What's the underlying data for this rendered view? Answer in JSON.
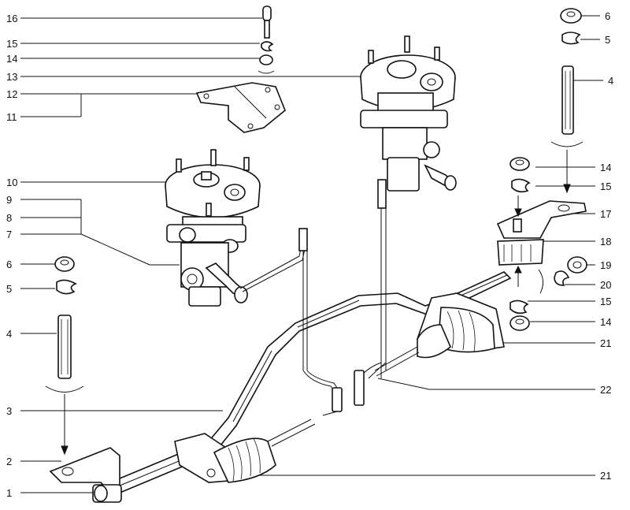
{
  "callouts": [
    {
      "id": "c16",
      "text": "16"
    },
    {
      "id": "c15a",
      "text": "15"
    },
    {
      "id": "c14a",
      "text": "14"
    },
    {
      "id": "c13",
      "text": "13"
    },
    {
      "id": "c12",
      "text": "12"
    },
    {
      "id": "c11",
      "text": "11"
    },
    {
      "id": "c10",
      "text": "10"
    },
    {
      "id": "c9",
      "text": "9"
    },
    {
      "id": "c8",
      "text": "8"
    },
    {
      "id": "c7",
      "text": "7"
    },
    {
      "id": "c6a",
      "text": "6"
    },
    {
      "id": "c5a",
      "text": "5"
    },
    {
      "id": "c4a",
      "text": "4"
    },
    {
      "id": "c3",
      "text": "3"
    },
    {
      "id": "c2",
      "text": "2"
    },
    {
      "id": "c1",
      "text": "1"
    },
    {
      "id": "c6b",
      "text": "6"
    },
    {
      "id": "c5b",
      "text": "5"
    },
    {
      "id": "c4b",
      "text": "4"
    },
    {
      "id": "c14b",
      "text": "14"
    },
    {
      "id": "c15b",
      "text": "15"
    },
    {
      "id": "c17",
      "text": "17"
    },
    {
      "id": "c18",
      "text": "18"
    },
    {
      "id": "c19",
      "text": "19"
    },
    {
      "id": "c20",
      "text": "20"
    },
    {
      "id": "c15c",
      "text": "15"
    },
    {
      "id": "c14c",
      "text": "14"
    },
    {
      "id": "c21a",
      "text": "21"
    },
    {
      "id": "c22",
      "text": "22"
    },
    {
      "id": "c21b",
      "text": "21"
    }
  ]
}
